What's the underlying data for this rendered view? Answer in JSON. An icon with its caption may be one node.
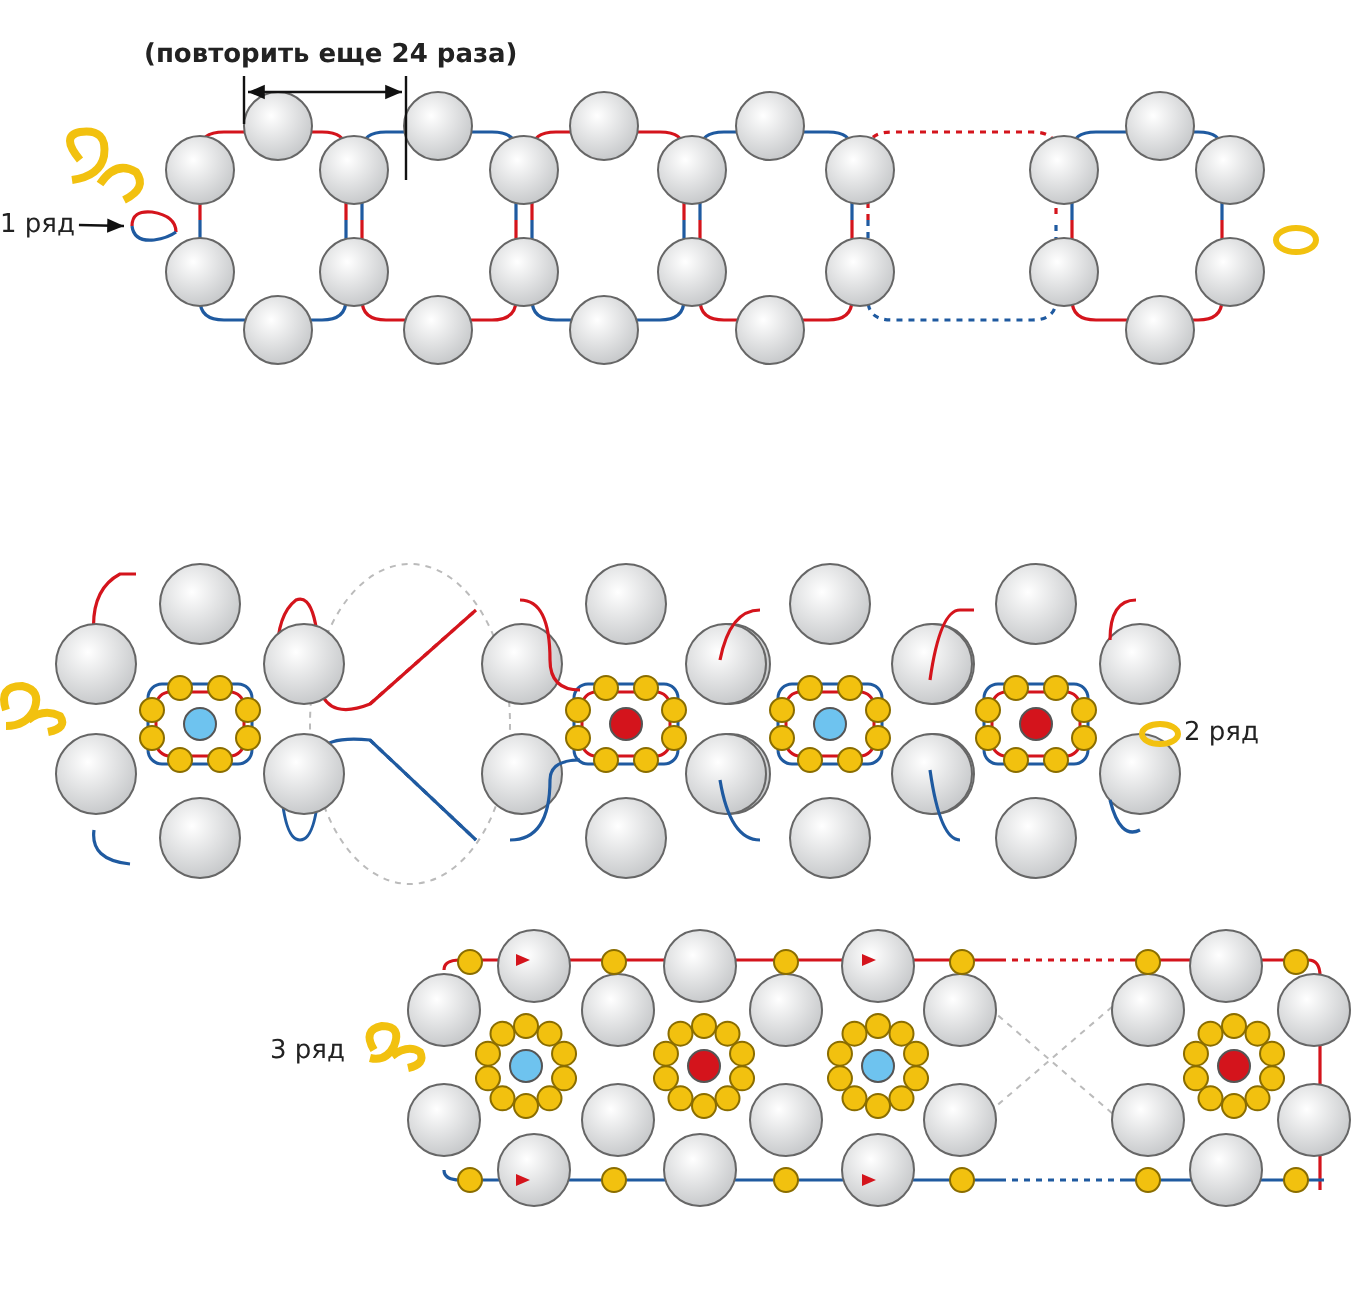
{
  "diagram": {
    "nodes": [
      {
        "text": [
          "1 ряд"
        ]
      },
      {
        "text": [],
        "shape": "loop"
      }
    ],
    "edges": [
      {
        "from": 0,
        "to": 1,
        "arrow": "to"
      }
    ],
    "labels": [
      "(повторить еще 24 раза)",
      "2 ряд",
      "3 ряд"
    ]
  }
}
